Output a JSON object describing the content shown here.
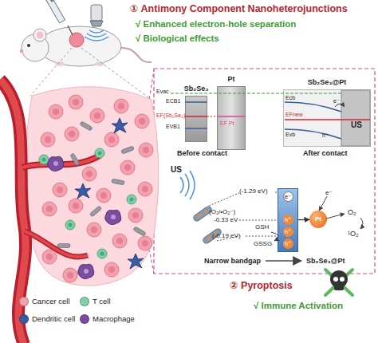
{
  "diagram": {
    "title": "① Antimony Component Nanoheterojunctions",
    "nodes": [
      {
        "text": [
          "Sb₂Se₃"
        ]
      },
      {
        "text": [
          "Pt"
        ]
      },
      {
        "text": [
          "Sb₂Se₃@Pt"
        ]
      },
      {
        "text": [
          "e⁻",
          "h⁺",
          "h⁺",
          "h⁺"
        ]
      },
      {
        "text": [
          "Pt"
        ]
      }
    ],
    "edges": [
      {
        "from": 3,
        "to": 4,
        "arrow": "to"
      }
    ],
    "labels": [
      "√ Enhanced electron-hole separation",
      "√ Biological effects",
      "Evac",
      "ECB1",
      "EF(Sb₂Se₃)",
      "EF Pt",
      "EVB1",
      "Before contact",
      "Ecb",
      "EFnew",
      "Evb",
      "US",
      "e⁻",
      "h⁺",
      "After contact",
      "US",
      "(-1.29 eV)",
      "(O₂/•O₂⁻)",
      "-0.33 eV",
      "(-0.19 eV)",
      "GSH",
      "GSSG",
      "e⁻",
      "O₂",
      "¹O₂",
      "Narrow bandgap",
      "Sb₂Se₃@Pt",
      "② Pyroptosis",
      "√ Immune Activation"
    ],
    "legend": [
      {
        "text": "Cancer cell",
        "color": "#f3a1ae"
      },
      {
        "text": "T cell",
        "color": "#7fd0a6"
      },
      {
        "text": "Dendritic cell",
        "color": "#3b5ba5"
      },
      {
        "text": "Macrophage",
        "color": "#7a4d9e"
      }
    ]
  }
}
